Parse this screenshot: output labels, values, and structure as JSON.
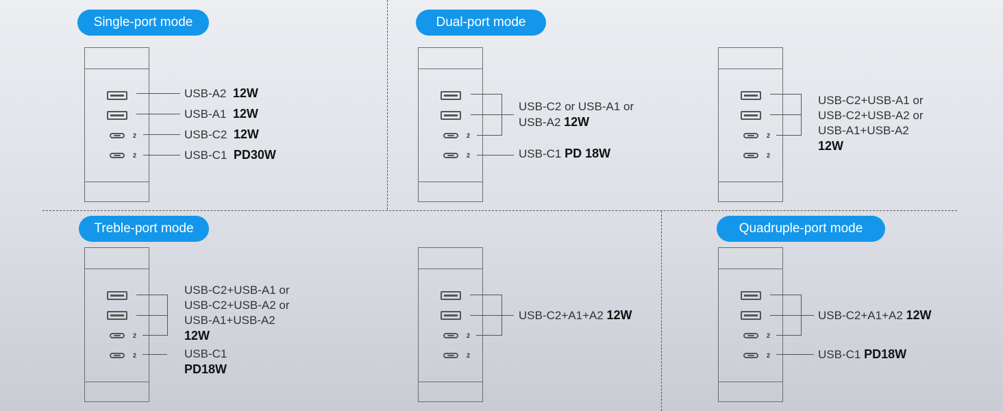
{
  "sections": {
    "single": "Single-port mode",
    "dual": "Dual-port mode",
    "treble": "Treble-port mode",
    "quadruple": "Quadruple-port mode"
  },
  "port_icon_label": "2",
  "single": {
    "a2": {
      "name": "USB-A2",
      "watt": "12W"
    },
    "a1": {
      "name": "USB-A1",
      "watt": "12W"
    },
    "c2": {
      "name": "USB-C2",
      "watt": "12W"
    },
    "c1": {
      "name": "USB-C1",
      "watt": "PD30W"
    }
  },
  "dual1": {
    "line1": "USB-C2 or USB-A1 or",
    "line2": "USB-A2",
    "watt": "12W",
    "c1_name": "USB-C1",
    "c1_watt": "PD 18W"
  },
  "dual2": {
    "line1": "USB-C2+USB-A1 or",
    "line2": "USB-C2+USB-A2 or",
    "line3": "USB-A1+USB-A2",
    "watt": "12W"
  },
  "treble1": {
    "line1": "USB-C2+USB-A1 or",
    "line2": "USB-C2+USB-A2 or",
    "line3": "USB-A1+USB-A2",
    "watt": "12W",
    "c1_name": "USB-C1",
    "c1_watt": "PD18W"
  },
  "treble2": {
    "name": "USB-C2+A1+A2",
    "watt": "12W"
  },
  "quad": {
    "name": "USB-C2+A1+A2",
    "watt": "12W",
    "c1_name": "USB-C1",
    "c1_watt": "PD18W"
  },
  "colors": {
    "accent": "#1497ea",
    "line": "#555555",
    "background": "#e4e6ea"
  }
}
